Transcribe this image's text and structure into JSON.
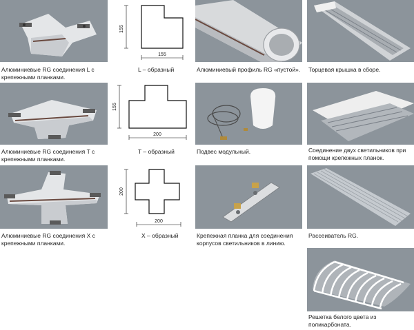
{
  "captions": {
    "l_connector": "Алюминиевые RG соединения L с\nкрепежными планками.",
    "t_connector": "Алюминиевые RG соединения T с\nкрепежными планками.",
    "x_connector": "Алюминиевые RG соединения X с\nкрепежными планками.",
    "l_shape": "L – образный",
    "t_shape": "T – образный",
    "x_shape": "X – образный",
    "profile": "Алюминиевый профиль RG «пустой».",
    "suspension": "Подвес модульный.",
    "mount_plate": "Крепежная планка для соединения\nкорпусов светильников в линию.",
    "end_cap": "Торцевая крышка в сборе.",
    "joint": "Соединение двух светильников при\nпомощи крепежных планок.",
    "diffuser": "Рассеиватель RG.",
    "grille": "Решетка белого цвета из\nполикарбоната."
  },
  "dimensions": {
    "l_height": "155",
    "l_width": "155",
    "t_height": "155",
    "t_width": "200",
    "x_height": "200",
    "x_width": "200"
  },
  "colors": {
    "photo_bg": "#8c949b",
    "metal": "#e4e6e8",
    "stripe": "#6a4a40"
  }
}
